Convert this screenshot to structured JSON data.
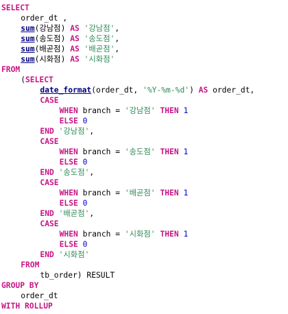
{
  "editor": {
    "lines": [
      {
        "indent": 0,
        "tokens": [
          {
            "t": "SELECT",
            "c": "kw"
          }
        ]
      },
      {
        "indent": 4,
        "tokens": [
          {
            "t": "order_dt ,",
            "c": "id"
          }
        ]
      },
      {
        "indent": 4,
        "tokens": [
          {
            "t": "sum",
            "c": "fn"
          },
          {
            "t": "(강남점) ",
            "c": "id"
          },
          {
            "t": "AS",
            "c": "kw"
          },
          {
            "t": " ",
            "c": "id"
          },
          {
            "t": "'강남점'",
            "c": "str"
          },
          {
            "t": ",",
            "c": "id"
          }
        ]
      },
      {
        "indent": 4,
        "tokens": [
          {
            "t": "sum",
            "c": "fn"
          },
          {
            "t": "(송도점) ",
            "c": "id"
          },
          {
            "t": "AS",
            "c": "kw"
          },
          {
            "t": " ",
            "c": "id"
          },
          {
            "t": "'송도점'",
            "c": "str"
          },
          {
            "t": ",",
            "c": "id"
          }
        ]
      },
      {
        "indent": 4,
        "tokens": [
          {
            "t": "sum",
            "c": "fn"
          },
          {
            "t": "(배곧점) ",
            "c": "id"
          },
          {
            "t": "AS",
            "c": "kw"
          },
          {
            "t": " ",
            "c": "id"
          },
          {
            "t": "'배곧점'",
            "c": "str"
          },
          {
            "t": ",",
            "c": "id"
          }
        ]
      },
      {
        "indent": 4,
        "tokens": [
          {
            "t": "sum",
            "c": "fn"
          },
          {
            "t": "(시화점) ",
            "c": "id"
          },
          {
            "t": "AS",
            "c": "kw"
          },
          {
            "t": " ",
            "c": "id"
          },
          {
            "t": "'시화점'",
            "c": "str"
          }
        ]
      },
      {
        "indent": 0,
        "tokens": [
          {
            "t": "FROM",
            "c": "kw"
          }
        ]
      },
      {
        "indent": 4,
        "tokens": [
          {
            "t": "(",
            "c": "id"
          },
          {
            "t": "SELECT",
            "c": "kw"
          }
        ]
      },
      {
        "indent": 8,
        "tokens": [
          {
            "t": "date_format",
            "c": "fn"
          },
          {
            "t": "(order_dt, ",
            "c": "id"
          },
          {
            "t": "'%Y-%m-%d'",
            "c": "str"
          },
          {
            "t": ") ",
            "c": "id"
          },
          {
            "t": "AS",
            "c": "kw"
          },
          {
            "t": " order_dt,",
            "c": "id"
          }
        ]
      },
      {
        "indent": 8,
        "tokens": [
          {
            "t": "CASE",
            "c": "kw"
          }
        ]
      },
      {
        "indent": 12,
        "tokens": [
          {
            "t": "WHEN",
            "c": "kw"
          },
          {
            "t": " branch = ",
            "c": "id"
          },
          {
            "t": "'강남점'",
            "c": "str"
          },
          {
            "t": " ",
            "c": "id"
          },
          {
            "t": "THEN",
            "c": "kw"
          },
          {
            "t": " ",
            "c": "id"
          },
          {
            "t": "1",
            "c": "num"
          }
        ]
      },
      {
        "indent": 12,
        "tokens": [
          {
            "t": "ELSE",
            "c": "kw"
          },
          {
            "t": " ",
            "c": "id"
          },
          {
            "t": "0",
            "c": "num"
          }
        ]
      },
      {
        "indent": 8,
        "tokens": [
          {
            "t": "END",
            "c": "kw"
          },
          {
            "t": " ",
            "c": "id"
          },
          {
            "t": "'강남점'",
            "c": "str"
          },
          {
            "t": ",",
            "c": "id"
          }
        ]
      },
      {
        "indent": 8,
        "tokens": [
          {
            "t": "CASE",
            "c": "kw"
          }
        ]
      },
      {
        "indent": 12,
        "tokens": [
          {
            "t": "WHEN",
            "c": "kw"
          },
          {
            "t": " branch = ",
            "c": "id"
          },
          {
            "t": "'송도점'",
            "c": "str"
          },
          {
            "t": " ",
            "c": "id"
          },
          {
            "t": "THEN",
            "c": "kw"
          },
          {
            "t": " ",
            "c": "id"
          },
          {
            "t": "1",
            "c": "num"
          }
        ]
      },
      {
        "indent": 12,
        "tokens": [
          {
            "t": "ELSE",
            "c": "kw"
          },
          {
            "t": " ",
            "c": "id"
          },
          {
            "t": "0",
            "c": "num"
          }
        ]
      },
      {
        "indent": 8,
        "tokens": [
          {
            "t": "END",
            "c": "kw"
          },
          {
            "t": " ",
            "c": "id"
          },
          {
            "t": "'송도점'",
            "c": "str"
          },
          {
            "t": ",",
            "c": "id"
          }
        ]
      },
      {
        "indent": 8,
        "tokens": [
          {
            "t": "CASE",
            "c": "kw"
          }
        ]
      },
      {
        "indent": 12,
        "tokens": [
          {
            "t": "WHEN",
            "c": "kw"
          },
          {
            "t": " branch = ",
            "c": "id"
          },
          {
            "t": "'배곧점'",
            "c": "str"
          },
          {
            "t": " ",
            "c": "id"
          },
          {
            "t": "THEN",
            "c": "kw"
          },
          {
            "t": " ",
            "c": "id"
          },
          {
            "t": "1",
            "c": "num"
          }
        ]
      },
      {
        "indent": 12,
        "tokens": [
          {
            "t": "ELSE",
            "c": "kw"
          },
          {
            "t": " ",
            "c": "id"
          },
          {
            "t": "0",
            "c": "num"
          }
        ]
      },
      {
        "indent": 8,
        "tokens": [
          {
            "t": "END",
            "c": "kw"
          },
          {
            "t": " ",
            "c": "id"
          },
          {
            "t": "'배곧점'",
            "c": "str"
          },
          {
            "t": ",",
            "c": "id"
          }
        ]
      },
      {
        "indent": 8,
        "tokens": [
          {
            "t": "CASE",
            "c": "kw"
          }
        ]
      },
      {
        "indent": 12,
        "tokens": [
          {
            "t": "WHEN",
            "c": "kw"
          },
          {
            "t": " branch = ",
            "c": "id"
          },
          {
            "t": "'시화점'",
            "c": "str"
          },
          {
            "t": " ",
            "c": "id"
          },
          {
            "t": "THEN",
            "c": "kw"
          },
          {
            "t": " ",
            "c": "id"
          },
          {
            "t": "1",
            "c": "num"
          }
        ]
      },
      {
        "indent": 12,
        "tokens": [
          {
            "t": "ELSE",
            "c": "kw"
          },
          {
            "t": " ",
            "c": "id"
          },
          {
            "t": "0",
            "c": "num"
          }
        ]
      },
      {
        "indent": 8,
        "tokens": [
          {
            "t": "END",
            "c": "kw"
          },
          {
            "t": " ",
            "c": "id"
          },
          {
            "t": "'시화점'",
            "c": "str"
          }
        ]
      },
      {
        "indent": 4,
        "tokens": [
          {
            "t": "FROM",
            "c": "kw"
          }
        ]
      },
      {
        "indent": 8,
        "tokens": [
          {
            "t": "tb_order) RESULT",
            "c": "id"
          }
        ]
      },
      {
        "indent": 0,
        "tokens": [
          {
            "t": "GROUP BY",
            "c": "kw"
          }
        ]
      },
      {
        "indent": 4,
        "tokens": [
          {
            "t": "order_dt",
            "c": "id"
          }
        ]
      },
      {
        "indent": 0,
        "tokens": [
          {
            "t": "WITH ROLLUP",
            "c": "kw"
          }
        ]
      }
    ],
    "colors": {
      "keyword": "#c71585",
      "function": "#000080",
      "string": "#2e8b57",
      "number": "#0000cd",
      "text": "#000000",
      "background": "#ffffff"
    }
  }
}
